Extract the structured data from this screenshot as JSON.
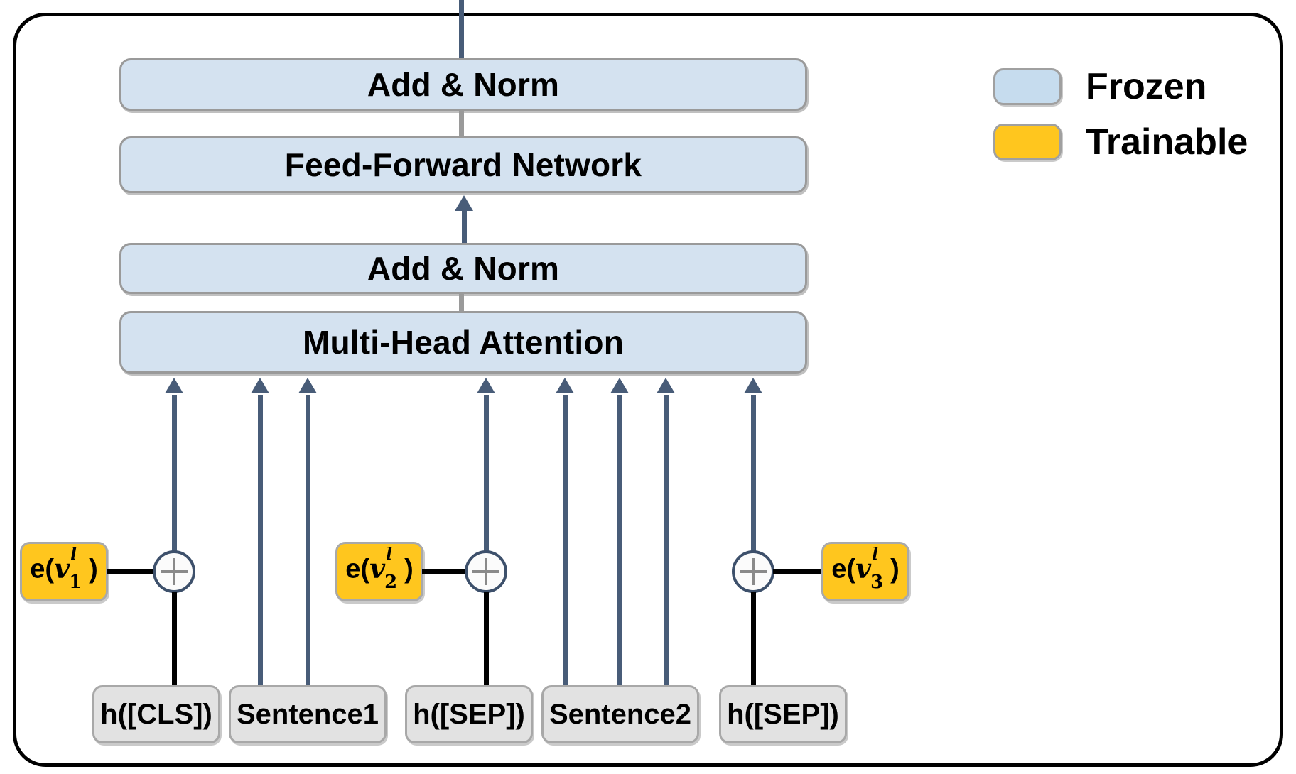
{
  "diagram": {
    "title": "Transformer layer with trainable prefix embeddings",
    "colors": {
      "frozen": "#d4e2f0",
      "trainable": "#FFC61E",
      "token": "#e2e2e2",
      "arrow": "#485c78",
      "connector_gray": "#9a9a9a",
      "frame": "#000000"
    }
  },
  "modules": [
    {
      "id": "add-norm-top",
      "label": "Add & Norm"
    },
    {
      "id": "feed-forward",
      "label": "Feed-Forward Network"
    },
    {
      "id": "add-norm-bottom",
      "label": "Add & Norm"
    },
    {
      "id": "multi-head",
      "label": "Multi-Head Attention"
    }
  ],
  "embeddings": [
    {
      "id": "emb-1",
      "prefix": "e(",
      "symbol": "v",
      "superscript": "l",
      "subscript": "1",
      "suffix": ")",
      "text": "e(v_1^l)"
    },
    {
      "id": "emb-2",
      "prefix": "e(",
      "symbol": "v",
      "superscript": "l",
      "subscript": "2",
      "suffix": ")",
      "text": "e(v_2^l)"
    },
    {
      "id": "emb-3",
      "prefix": "e(",
      "symbol": "v",
      "superscript": "l",
      "subscript": "3",
      "suffix": ")",
      "text": "e(v_3^l)"
    }
  ],
  "tokens": [
    {
      "id": "tok-cls",
      "label": "h([CLS])"
    },
    {
      "id": "tok-sent1",
      "label": "Sentence1"
    },
    {
      "id": "tok-sep1",
      "label": "h([SEP])"
    },
    {
      "id": "tok-sent2",
      "label": "Sentence2"
    },
    {
      "id": "tok-sep2",
      "label": "h([SEP])"
    }
  ],
  "operators": [
    {
      "id": "plus-1",
      "symbol": "plus-circle-icon"
    },
    {
      "id": "plus-2",
      "symbol": "plus-circle-icon"
    },
    {
      "id": "plus-3",
      "symbol": "plus-circle-icon"
    }
  ],
  "legend": {
    "items": [
      {
        "id": "legend-frozen",
        "label": "Frozen",
        "color": "#d4e2f0"
      },
      {
        "id": "legend-trainable",
        "label": "Trainable",
        "color": "#FFC61E"
      }
    ]
  }
}
